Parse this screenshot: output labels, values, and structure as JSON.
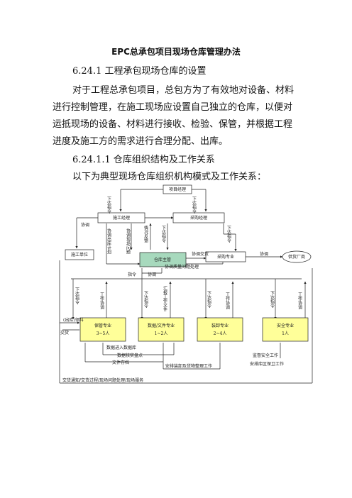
{
  "doc": {
    "title": "EPC总承包项目现场仓库管理办法",
    "section_1": "6.24.1 工程承包现场仓库的设置",
    "body_lines": [
      "对于工程总承包项目，总包方为了有效地对设备、材料",
      "进行控制管理，在施工现场应设置自己独立的仓库，以便对",
      "运抵现场的设备、材料进行接收、检验、保管，并根据工程",
      "进度及施工方的需求进行合理分配、出库。"
    ],
    "section_2": "6.24.1.1 仓库组织结构及工作关系",
    "intro": "以下为典型现场仓库组织机构模式及工作关系："
  },
  "diagram": {
    "nodes": {
      "project_manager": "项目经理",
      "construction_manager": "施工经理",
      "purchase_manager": "采购经理",
      "construction_unit": "施工单位",
      "warehouse_head": "仓库主管",
      "purchase_specialist": "采购专业",
      "supplier": "供货厂商",
      "custody": "保管专业",
      "custody_count": "3~5人",
      "data_doc": "数据/文件专业",
      "data_doc_count": "1~2人",
      "loading": "装卸专业",
      "loading_count": "2~4人",
      "safety": "安全专业",
      "safety_count": "1人"
    },
    "labels": {
      "issue_cmd": "下达指令",
      "coord": "协调",
      "coord_site_issue": "协调现场问题",
      "coord_outbound_plan": "协调出库计划",
      "info_feedback": "情况反馈",
      "coord_handover": "协调交货",
      "coord_quality": "协调质量问题处理",
      "command": "指令",
      "work_coord": "工作协调",
      "work_file": "汇报工作文件",
      "outbound_pick": "(出库)领料",
      "handover": "交货",
      "data_entry": "数据进入数据库",
      "data_count": "数据核实盘点",
      "doc_archive": "文件存档",
      "loading_work": "安排装卸及货物整理工作",
      "safety_supervise": "监督安全工作",
      "guard": "安排库区保卫工作",
      "bottom_flow": "交货通知/交货过程/现场问题处理/现场服务"
    },
    "colors": {
      "yellow_box": "#ffff99",
      "green_box": "#a7d9bd",
      "line": "#222222"
    }
  }
}
